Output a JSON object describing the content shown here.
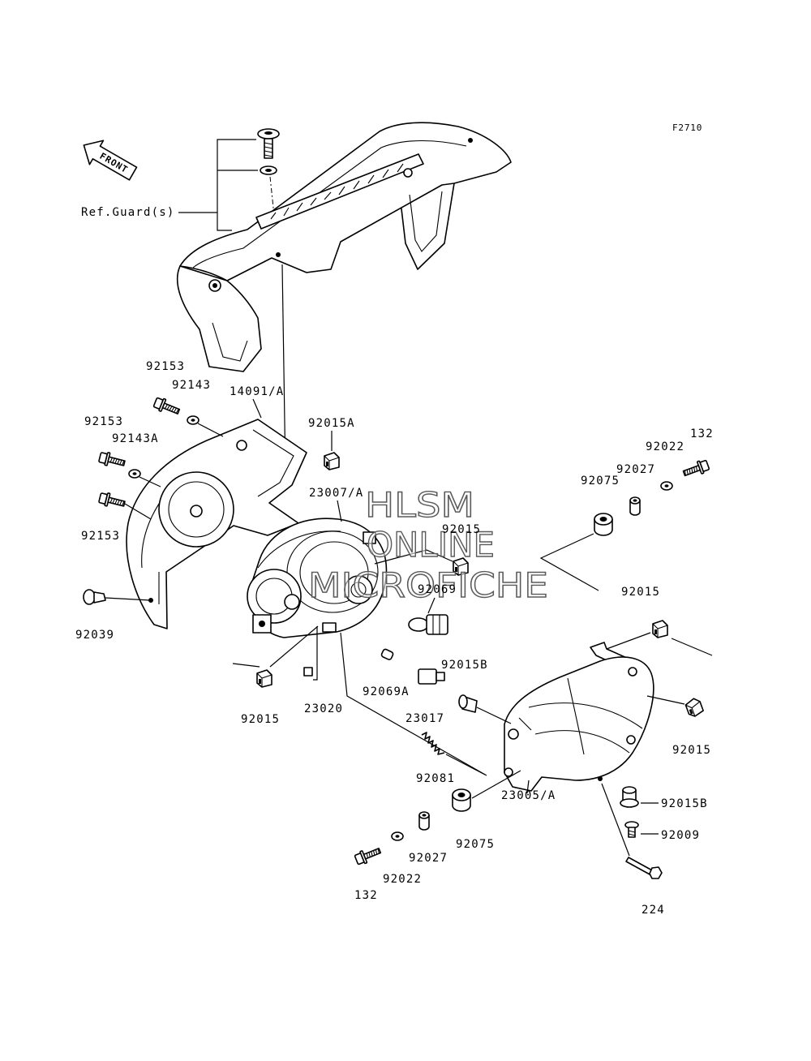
{
  "diagram": {
    "figure_code": "F2710",
    "front_arrow_label": "FRONT",
    "reference_label": "Ref.Guard(s)",
    "watermark": {
      "line1": "HLSM",
      "line2": "ONLINE",
      "line3": "MICROFICHE"
    },
    "callouts": [
      "92153",
      "92143",
      "14091/A",
      "92153",
      "92143A",
      "92015A",
      "23007/A",
      "92153",
      "92039",
      "92015",
      "92069",
      "92075",
      "92027",
      "92022",
      "132",
      "92015",
      "92015B",
      "92069A",
      "23017",
      "92015",
      "23020",
      "92015",
      "92081",
      "92015B",
      "23005/A",
      "92009",
      "92075",
      "92027",
      "92022",
      "132",
      "224"
    ]
  }
}
